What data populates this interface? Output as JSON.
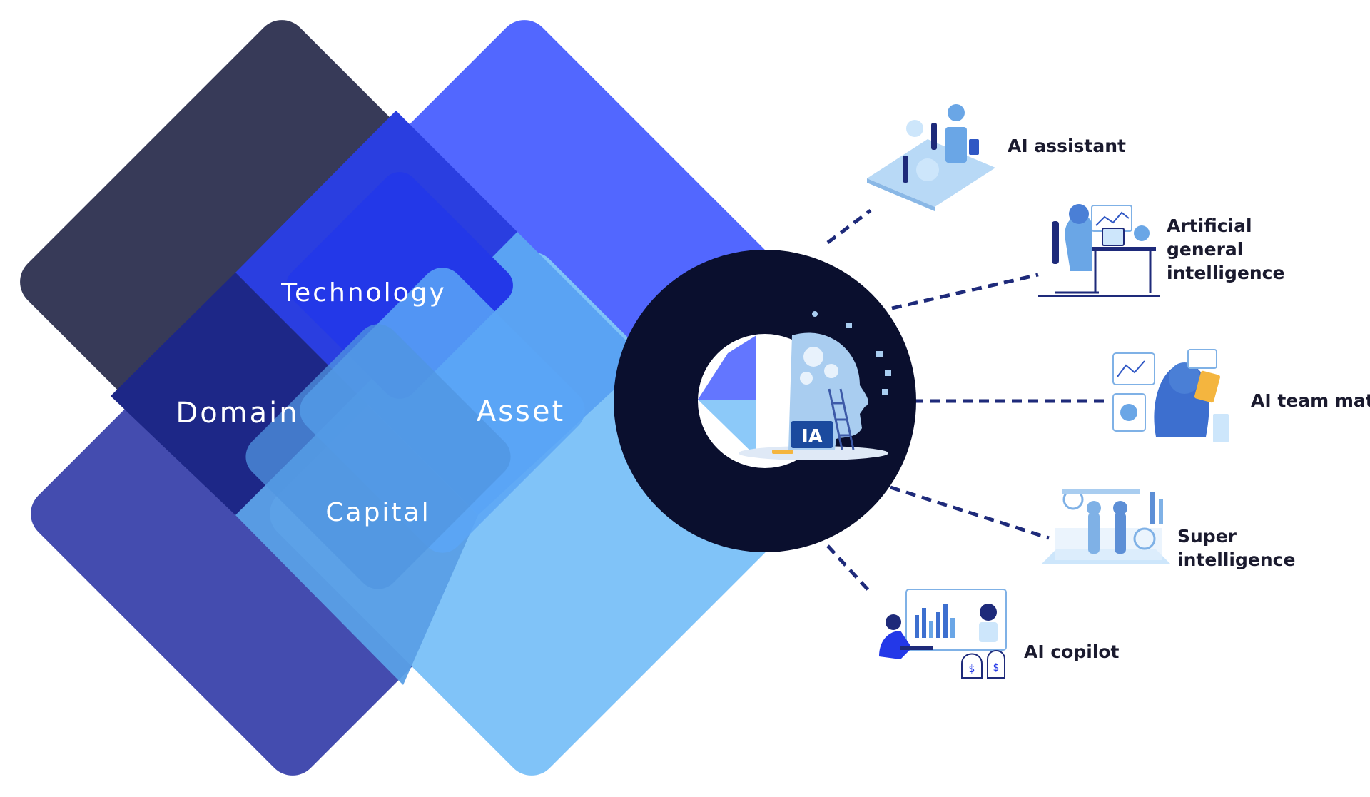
{
  "diagram": {
    "pillars": [
      {
        "id": "domain",
        "label": "Domain"
      },
      {
        "id": "technology",
        "label": "Technology"
      },
      {
        "id": "asset",
        "label": "Asset"
      },
      {
        "id": "capital",
        "label": "Capital"
      }
    ],
    "hub": {
      "badge": "IA"
    },
    "outputs": [
      {
        "id": "ai-assistant",
        "lines": [
          "AI assistant"
        ]
      },
      {
        "id": "agi",
        "lines": [
          "Artificial",
          "general",
          "intelligence"
        ]
      },
      {
        "id": "ai-team-mate",
        "lines": [
          "AI team mate"
        ]
      },
      {
        "id": "super-intelligence",
        "lines": [
          "Super",
          "intelligence"
        ]
      },
      {
        "id": "ai-copilot",
        "lines": [
          "AI copilot"
        ]
      }
    ]
  },
  "colors": {
    "diamond_dark": "#373a58",
    "diamond_blue": "#5267ff",
    "diamond_indigo": "#444caf",
    "diamond_light": "#80c3f8",
    "hub": "#0a0f2e",
    "connector": "#1e2a7a"
  }
}
